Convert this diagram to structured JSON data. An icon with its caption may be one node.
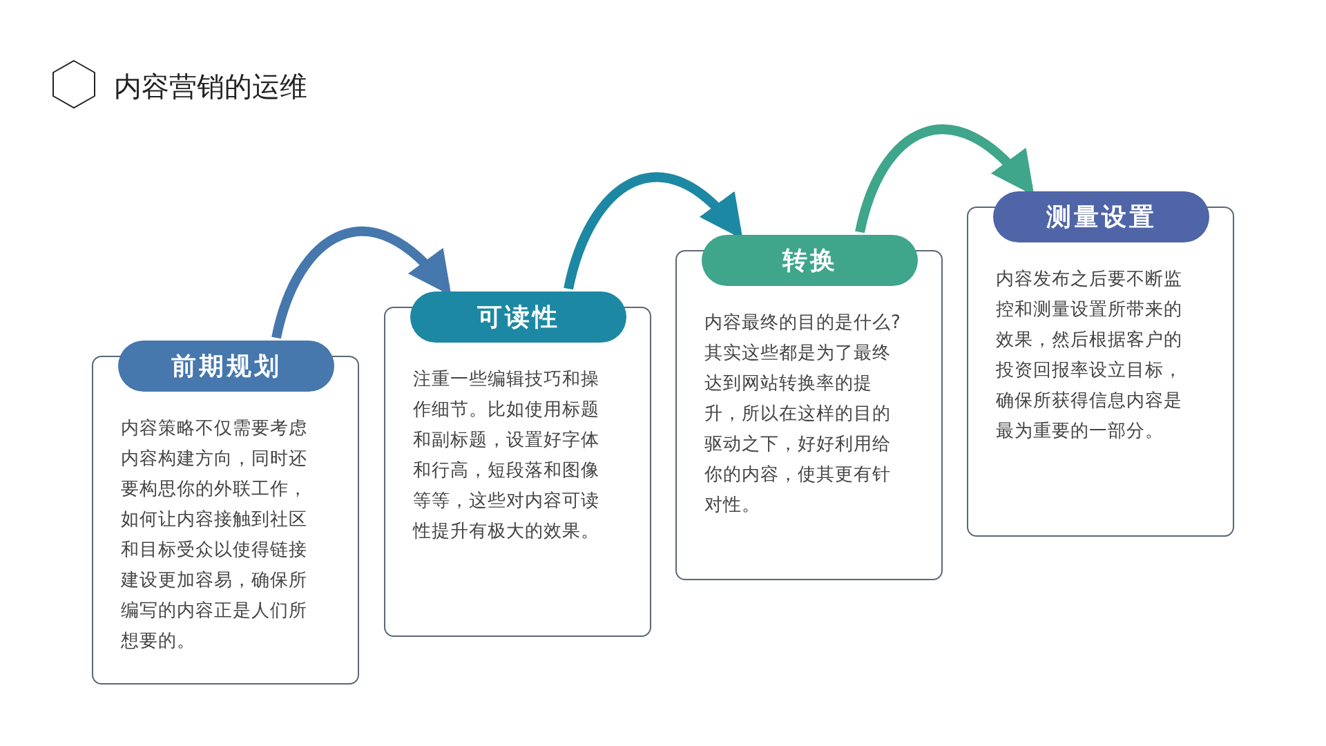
{
  "diagram": {
    "title": "内容营销的运维",
    "nodes": [
      {
        "text": [
          "前期规划",
          "内容策略不仅需要考虑内容构建方向，同时还要构思你的外联工作，如何让内容接触到社区和目标受众以使得链接建设更加容易，确保所编写的内容正是人们所想要的。"
        ]
      },
      {
        "text": [
          "可读性",
          "注重一些编辑技巧和操作细节。比如使用标题和副标题，设置好字体和行高，短段落和图像等等，这些对内容可读性提升有极大的效果。"
        ]
      },
      {
        "text": [
          "转换",
          "内容最终的目的是什么?其实这些都是为了最终达到网站转换率的提升，所以在这样的目的驱动之下，好好利用给你的内容，使其更有针对性。"
        ]
      },
      {
        "text": [
          "测量设置",
          "内容发布之后要不断监控和测量设置所带来的效果，然后根据客户的投资回报率设立目标，确保所获得信息内容是最为重要的一部分。"
        ]
      }
    ],
    "edges": [
      {
        "from": 0,
        "to": 1,
        "arrow": "to",
        "color": "#4677ad"
      },
      {
        "from": 1,
        "to": 2,
        "arrow": "to",
        "color": "#1d88a3"
      },
      {
        "from": 2,
        "to": 3,
        "arrow": "to",
        "color": "#3fa58b"
      }
    ]
  }
}
